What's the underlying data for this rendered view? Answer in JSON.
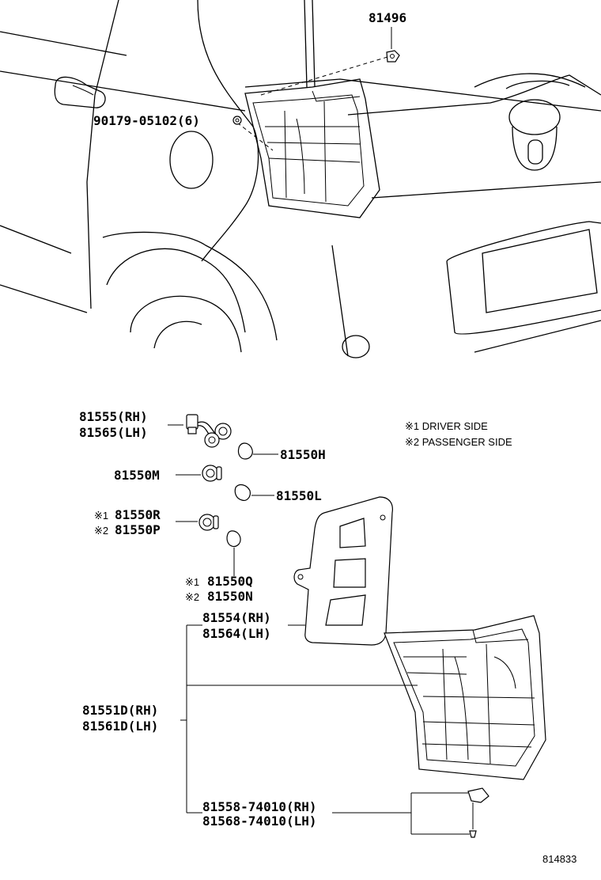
{
  "labels": {
    "p81496": "81496",
    "p90179": "90179-05102(6)",
    "p81555": "81555(RH)",
    "p81565": "81565(LH)",
    "p81550H": "81550H",
    "p81550M": "81550M",
    "p81550L": "81550L",
    "p81550R": "81550R",
    "p81550P": "81550P",
    "p81550Q": "81550Q",
    "p81550N": "81550N",
    "p81554": "81554(RH)",
    "p81564": "81564(LH)",
    "p81551D": "81551D(RH)",
    "p81561D": "81561D(LH)",
    "p81558": "81558-74010(RH)",
    "p81568": "81568-74010(LH)"
  },
  "marks": {
    "m1": "※1",
    "m2": "※2"
  },
  "legend": {
    "driver": "※1 DRIVER SIDE",
    "passenger": "※2 PASSENGER SIDE"
  },
  "figure_number": "814833"
}
